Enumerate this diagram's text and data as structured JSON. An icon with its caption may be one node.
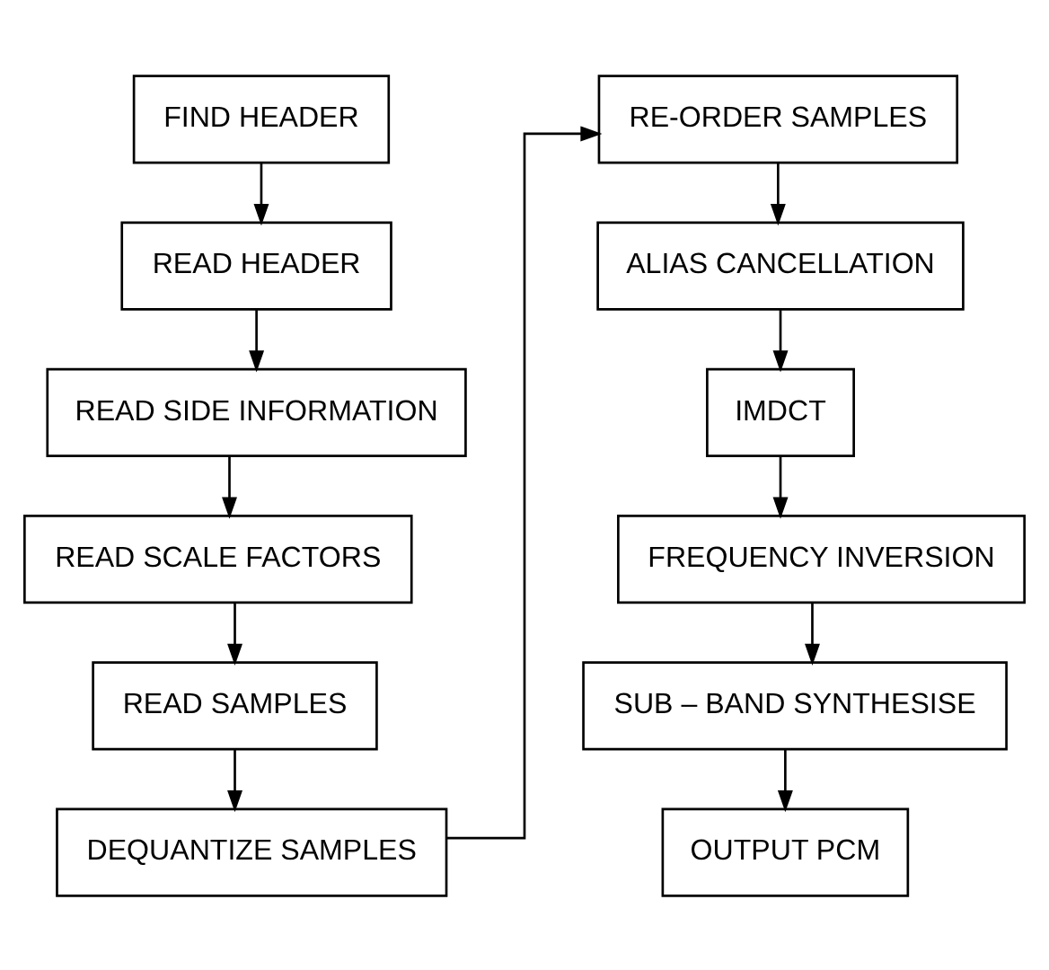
{
  "diagram": {
    "nodes": [
      {
        "text": [
          "FIND HEADER"
        ]
      },
      {
        "text": [
          "READ HEADER"
        ]
      },
      {
        "text": [
          "READ SIDE INFORMATION"
        ]
      },
      {
        "text": [
          "READ SCALE FACTORS"
        ]
      },
      {
        "text": [
          "READ SAMPLES"
        ]
      },
      {
        "text": [
          "DEQUANTIZE SAMPLES"
        ]
      },
      {
        "text": [
          "RE-ORDER SAMPLES"
        ]
      },
      {
        "text": [
          "ALIAS CANCELLATION"
        ]
      },
      {
        "text": [
          "IMDCT"
        ]
      },
      {
        "text": [
          "FREQUENCY INVERSION"
        ]
      },
      {
        "text": [
          "SUB – BAND SYNTHESISE"
        ]
      },
      {
        "text": [
          "OUTPUT PCM"
        ]
      }
    ],
    "edges": [
      {
        "from": 0,
        "to": 1,
        "arrow": "to"
      },
      {
        "from": 1,
        "to": 2,
        "arrow": "to"
      },
      {
        "from": 2,
        "to": 3,
        "arrow": "to"
      },
      {
        "from": 3,
        "to": 4,
        "arrow": "to"
      },
      {
        "from": 4,
        "to": 5,
        "arrow": "to"
      },
      {
        "from": 5,
        "to": 6,
        "arrow": "to"
      },
      {
        "from": 6,
        "to": 7,
        "arrow": "to"
      },
      {
        "from": 7,
        "to": 8,
        "arrow": "to"
      },
      {
        "from": 8,
        "to": 9,
        "arrow": "to"
      },
      {
        "from": 9,
        "to": 10,
        "arrow": "to"
      },
      {
        "from": 10,
        "to": 11,
        "arrow": "to"
      }
    ]
  }
}
